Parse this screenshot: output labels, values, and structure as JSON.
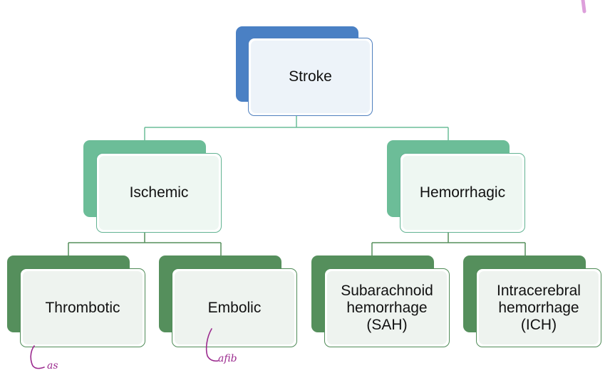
{
  "nodes": {
    "stroke": "Stroke",
    "ischemic": "Ischemic",
    "hemorrhagic": "Hemorrhagic",
    "thrombotic": "Thrombotic",
    "embolic": "Embolic",
    "sah": "Subarachnoid\nhemorrhage\n(SAH)",
    "ich": "Intracerebral\nhemorrhage\n(ICH)"
  },
  "annotations": {
    "thrombotic_note": "as",
    "embolic_note": "afib"
  },
  "colors": {
    "level1_shadow": "#4a80c4",
    "level2_shadow": "#6cbd98",
    "level3_shadow": "#558f5c",
    "ink": "#9b2a8e"
  }
}
